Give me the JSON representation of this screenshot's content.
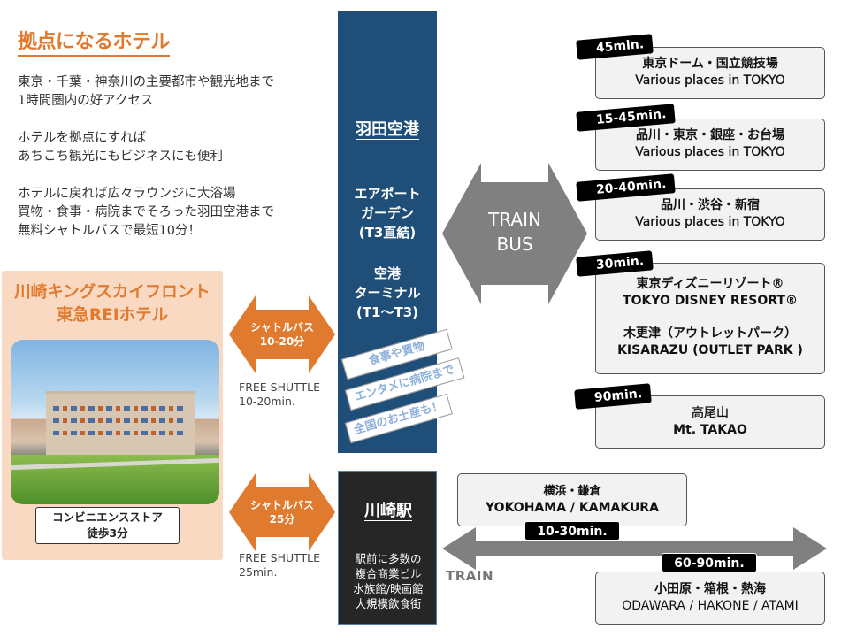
{
  "intro": {
    "title": "拠点になるホテル",
    "paragraphs": [
      [
        "東京・千葉・神奈川の主要都市や観光地まで",
        "1時間圏内の好アクセス"
      ],
      [
        "ホテルを拠点にすれば",
        "あちこち観光にもビジネスにも便利"
      ],
      [
        "ホテルに戻れば広々ラウンジに大浴場",
        "買物・食事・病院までそろった羽田空港まで",
        "無料シャトルバスで最短10分！"
      ]
    ]
  },
  "hotel": {
    "name_line1": "川崎キングスカイフロント",
    "name_line2": "東急REIホテル",
    "photo_alt": "hotel-exterior-photo",
    "convenience_line1": "コンビニエンスストア",
    "convenience_line2": "徒歩3分"
  },
  "shuttles": [
    {
      "label_line1": "シャトルバス",
      "label_line2": "10-20分",
      "caption": "FREE SHUTTLE\n10-20min."
    },
    {
      "label_line1": "シャトルバス",
      "label_line2": "25分",
      "caption": "FREE SHUTTLE\n25min."
    }
  ],
  "haneda": {
    "title": "羽田空港",
    "sub1": "エアポート\nガーデン\n(T3直結)",
    "sub2": "空港\nターミナル\n(T1〜T3)",
    "tags": [
      "食事や買物",
      "エンタメに病院まで",
      "全国のお土産も！"
    ]
  },
  "kawasaki": {
    "title": "川崎駅",
    "sub": "駅前に多数の\n複合商業ビル\n水族館/映画館\n大規模飲食街"
  },
  "transit_hub": {
    "label": "TRAIN\nBUS"
  },
  "destinations": [
    {
      "time": "45min.",
      "line1": "東京ドーム・国立競技場",
      "line2": "Various places in TOKYO"
    },
    {
      "time": "15-45min.",
      "line1": "品川・東京・銀座・お台場",
      "line2": "Various places in TOKYO"
    },
    {
      "time": "20-40min.",
      "line1": "品川・渋谷・新宿",
      "line2": "Various places in TOKYO"
    },
    {
      "time": "30min.",
      "line1": "東京ディズニーリゾート®",
      "line2": "TOKYO DISNEY RESORT®",
      "line3": "木更津（アウトレットパーク）",
      "line4": "KISARAZU (OUTLET PARK )"
    },
    {
      "time": "90min.",
      "line1": "高尾山",
      "line2": "Mt. TAKAO"
    }
  ],
  "train_routes": {
    "label": "TRAIN",
    "north": {
      "time": "10-30min.",
      "line1": "横浜・鎌倉",
      "line2": "YOKOHAMA / KAMAKURA"
    },
    "south": {
      "time": "60-90min.",
      "line1": "小田原・箱根・熱海",
      "line2": "ODAWARA / HAKONE / ATAMI"
    }
  },
  "colors": {
    "accent_orange": "#e07a2e",
    "hotel_panel": "#fad9c3",
    "haneda_blue": "#1f4e79",
    "kawasaki_dark": "#262626",
    "arrow_gray": "#808080",
    "tag_text_blue": "#8fb0dc"
  }
}
